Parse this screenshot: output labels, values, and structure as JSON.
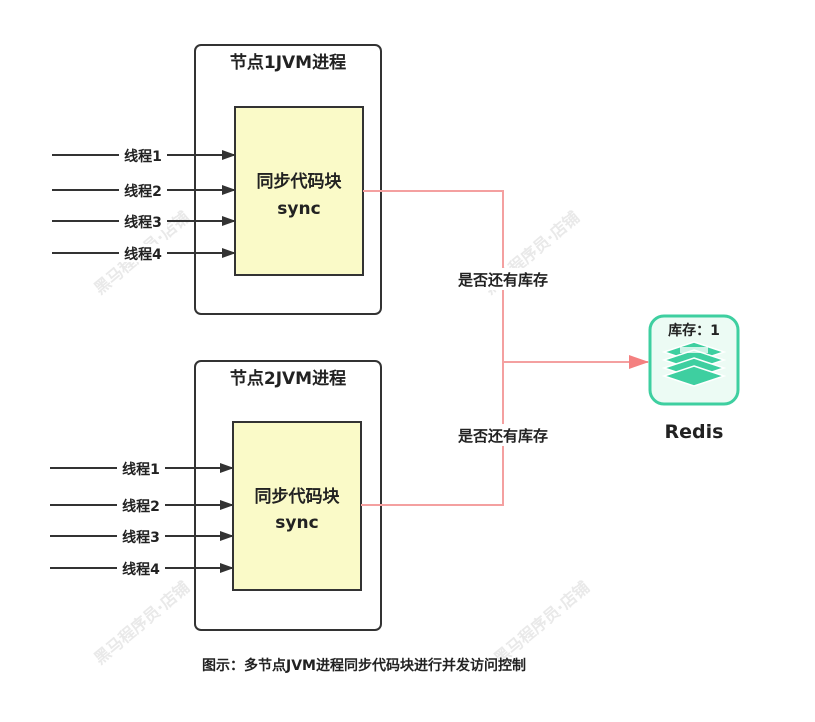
{
  "nodes": [
    {
      "title": "节点1JVM进程",
      "block_line1": "同步代码块",
      "block_line2": "sync",
      "threads": [
        "线程1",
        "线程2",
        "线程3",
        "线程4"
      ]
    },
    {
      "title": "节点2JVM进程",
      "block_line1": "同步代码块",
      "block_line2": "sync",
      "threads": [
        "线程1",
        "线程2",
        "线程3",
        "线程4"
      ]
    }
  ],
  "edges": {
    "label_top": "是否还有库存",
    "label_bottom": "是否还有库存"
  },
  "redis": {
    "stock_label": "库存：1",
    "name": "Redis",
    "icon": "redis-stack-icon"
  },
  "caption": "图示：多节点JVM进程同步代码块进行并发访问控制",
  "colors": {
    "box_border": "#333333",
    "block_fill": "#fafac8",
    "thread_line": "#333333",
    "connector": "#f4a0a0",
    "connector_arrow": "#f48080",
    "redis_teal": "#3ecfa0",
    "redis_fill": "#ecfbf4"
  }
}
